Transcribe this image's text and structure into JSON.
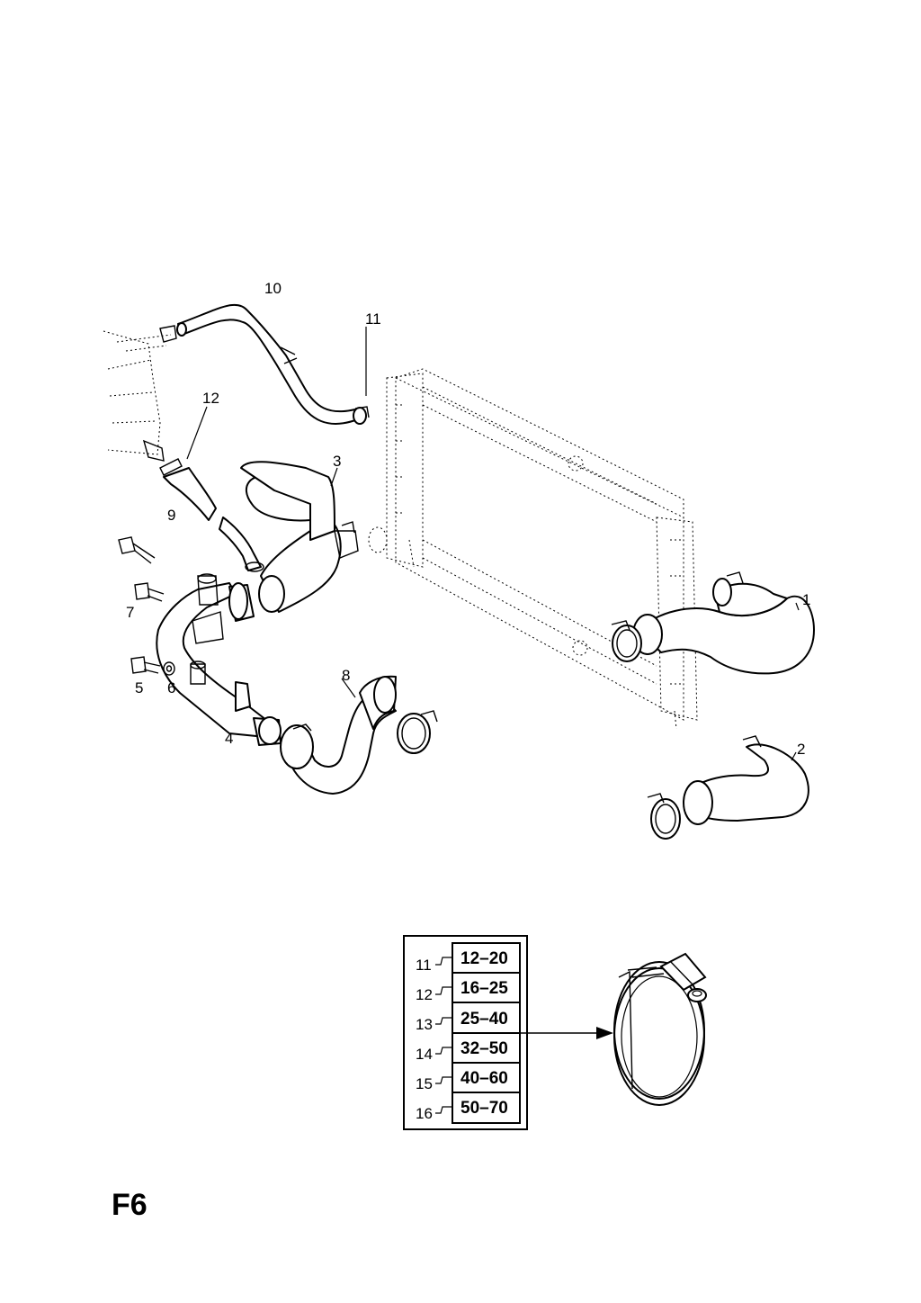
{
  "page_code": "F6",
  "callouts": [
    "1",
    "2",
    "3",
    "4",
    "5",
    "6",
    "7",
    "8",
    "9",
    "10",
    "11",
    "12"
  ],
  "legend": {
    "rows": [
      {
        "num": "11",
        "range": "12–20"
      },
      {
        "num": "12",
        "range": "16–25"
      },
      {
        "num": "13",
        "range": "25–40"
      },
      {
        "num": "14",
        "range": "32–50"
      },
      {
        "num": "15",
        "range": "40–60"
      },
      {
        "num": "16",
        "range": "50–70"
      }
    ]
  }
}
